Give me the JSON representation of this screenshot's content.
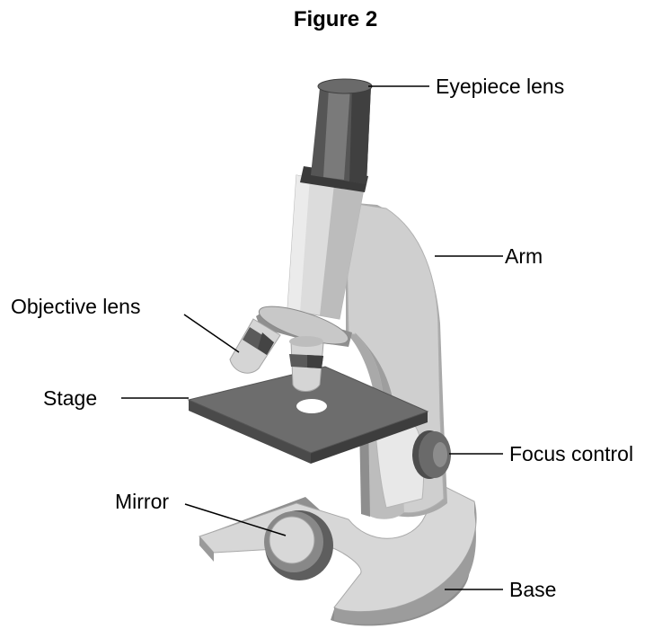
{
  "figure": {
    "title": "Figure 2"
  },
  "labels": {
    "eyepiece_lens": "Eyepiece lens",
    "arm": "Arm",
    "objective_lens": "Objective lens",
    "stage": "Stage",
    "focus_control": "Focus control",
    "mirror": "Mirror",
    "base": "Base"
  },
  "colors": {
    "text": "#000000",
    "body_light": "#d9d9d9",
    "body_mid": "#b8b8b8",
    "body_dark": "#8c8c8c",
    "stage_top": "#6b6b6b",
    "eyepiece_dark": "#4a4a4a"
  }
}
